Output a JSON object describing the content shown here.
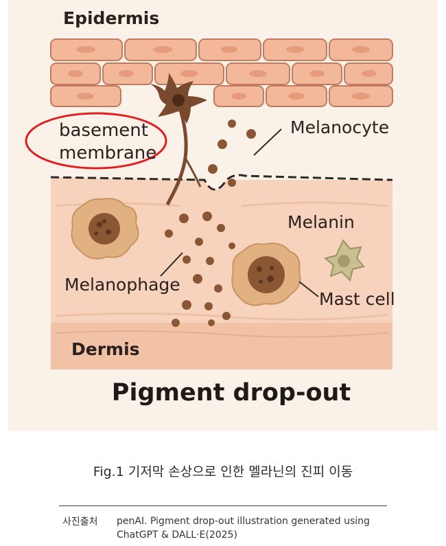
{
  "labels": {
    "epidermis": "Epidermis",
    "basement_line1": "basement",
    "basement_line2": "membrane",
    "melanocyte": "Melanocyte",
    "melanin": "Melanin",
    "melanophage": "Melanophage",
    "mast_cell": "Mast cell",
    "dermis": "Dermis",
    "title": "Pigment drop-out"
  },
  "caption": "Fig.1 기저막 손상으로 인한 멜라닌의 진피 이동",
  "credit": {
    "label": "사진출처",
    "text": "penAI. Pigment drop-out illustration generated using ChatGPT & DALL·E(2025)"
  },
  "colors": {
    "panel_bg": "#faf2e9",
    "epidermal_cell": "#f3b89a",
    "epidermal_border": "#c07a5e",
    "dermis_upper": "#f7d3bd",
    "dermis_lower": "#f1c2a6",
    "melanin": "#8a5634",
    "melanocyte": "#7a4a2e",
    "macrophage": "#e2b181",
    "mast_cell": "#c9c091",
    "highlight_ring": "#e02020"
  }
}
